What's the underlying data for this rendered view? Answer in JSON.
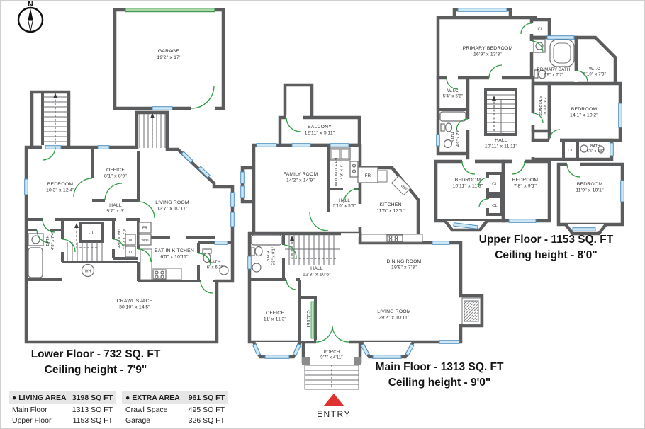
{
  "palette": {
    "wall": "#5b5c5e",
    "door_green": "#2f9e44",
    "window_blue": "#cde7f5",
    "entry_red": "#e03131"
  },
  "compass": {
    "north": "N"
  },
  "garage": {
    "name": "GARAGE",
    "dims": "19'2\" x 17'"
  },
  "lower": {
    "caption1": "Lower Floor - 732 SQ. FT",
    "caption2": "Ceiling height - 7'9\"",
    "bedroom": {
      "name": "BEDROOM",
      "dims": "10'3\" x 12'4\""
    },
    "office": {
      "name": "OFFICE",
      "dims": "8'1\" x 8'9\""
    },
    "hall": {
      "name": "HALL",
      "dims": "5'7\" x 3'"
    },
    "living": {
      "name": "LIVING ROOM",
      "dims": "13'7\" x 10'11\""
    },
    "bath1": {
      "name": "BATH",
      "dims": "4'8\" x 7'4\""
    },
    "laundry": {
      "name": "LAUNDRY",
      "dims": "4'2\" x 7'4\""
    },
    "eatin": {
      "name": "EAT-IN KITCHEN",
      "dims": "6'5\" x 10'11\""
    },
    "bath2": {
      "name": "BATH",
      "dims": "6' x 6'2\""
    },
    "crawl": {
      "name": "CRAWL SPACE",
      "dims": "30'10\" x 14'5\""
    },
    "cl": "CL",
    "wh": "WH",
    "fr": "FR",
    "w": "W",
    "d": "D",
    "wd": "W/D"
  },
  "main": {
    "caption1": "Main Floor - 1313 SQ. FT",
    "caption2": "Ceiling height - 9'0\"",
    "balcony": {
      "name": "BALCONY",
      "dims": "12'11\" x 5'11\""
    },
    "family": {
      "name": "FAMILY ROOM",
      "dims": "14'2\" x 14'9\""
    },
    "wok": {
      "name": "WOK KITCHEN",
      "dims": "4'9\" x 7'"
    },
    "hall1": {
      "name": "HALL",
      "dims": "5'10\" x 5'6\""
    },
    "kitchen": {
      "name": "KITCHEN",
      "dims": "11'5\" x 13'1\""
    },
    "fr": "FR",
    "dw": "DW",
    "hall2": {
      "name": "HALL",
      "dims": "12'3\" x 10'6\""
    },
    "bath": {
      "name": "BATH",
      "dims": "5'5\" x 9'1\""
    },
    "dining": {
      "name": "DINING ROOM",
      "dims": "19'9\" x 7'3\""
    },
    "office": {
      "name": "OFFICE",
      "dims": "11' x 11'3\""
    },
    "closet": "CLOSET",
    "living": {
      "name": "LIVING ROOM",
      "dims": "29'2\" x 10'11\""
    },
    "porch": {
      "name": "PORCH",
      "dims": "9'7\" x 4'11\""
    }
  },
  "upper": {
    "caption1": "Upper Floor - 1153 SQ. FT",
    "caption2": "Ceiling height - 8'0\"",
    "primary": {
      "name": "PRIMARY BEDROOM",
      "dims": "16'9\" x 13'3\""
    },
    "cl1": "CL",
    "pbath": {
      "name": "PRIMARY BATH",
      "dims": "7'9\" x 7'7\""
    },
    "wic1": {
      "name": "W.I.C",
      "dims": "5'10\" x 7'3\""
    },
    "wic2": {
      "name": "W.I.C",
      "dims": "5'4\" x 5'8\""
    },
    "bath1": {
      "name": "BATH",
      "dims": "4'9\" x 7'6\""
    },
    "hall": {
      "name": "HALL",
      "dims": "10'11\" x 11'11\""
    },
    "storage": {
      "name": "STORAGE",
      "dims": "2'8\" x 6'8\""
    },
    "bed1": {
      "name": "BEDROOM",
      "dims": "14'1\" x 10'2\""
    },
    "cl2": "CL",
    "bath2": {
      "name": "BATH",
      "dims": "6'5\" x 3'8\""
    },
    "bed2": {
      "name": "BEDROOM",
      "dims": "10'11\" x 11'3\""
    },
    "cl3": "CL",
    "cl4": "CL",
    "bed3": {
      "name": "BEDROOM",
      "dims": "7'8\" x 9'1\""
    },
    "bed4": {
      "name": "BEDROOM",
      "dims": "11'9\" x 10'1\""
    }
  },
  "entry": "ENTRY",
  "legend": {
    "living": {
      "bullet": "●",
      "header": "LIVING AREA",
      "total": "3198 SQ FT",
      "rows": [
        {
          "label": "Main Floor",
          "value": "1313 SQ FT"
        },
        {
          "label": "Upper Floor",
          "value": "1153 SQ FT"
        }
      ]
    },
    "extra": {
      "bullet": "●",
      "header": "EXTRA AREA",
      "total": "961 SQ FT",
      "rows": [
        {
          "label": "Crawl Space",
          "value": "495 SQ FT"
        },
        {
          "label": "Garage",
          "value": "326 SQ FT"
        }
      ]
    }
  }
}
